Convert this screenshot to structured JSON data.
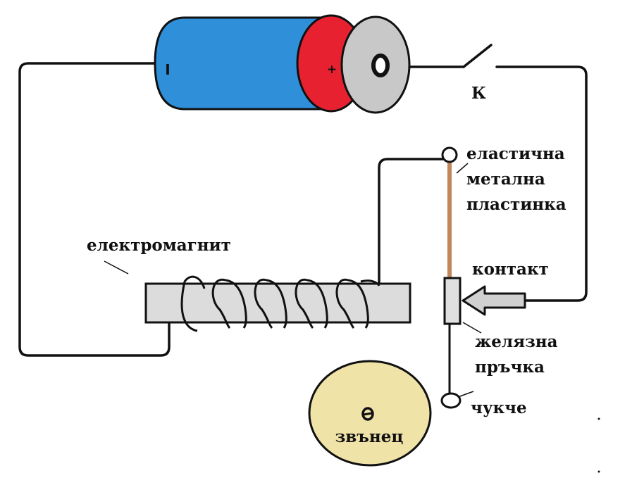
{
  "labels": {
    "switch": "К",
    "elastic_plate_1": "еластична",
    "elastic_plate_2": "метална",
    "elastic_plate_3": "пластинка",
    "electromagnet": "електромагнит",
    "contact": "контакт",
    "iron_rod_1": "желязна",
    "iron_rod_2": "пръчка",
    "hammer": "чукче",
    "bell": "звънец"
  },
  "battery": {
    "minus_sign": "I",
    "plus_sign": "+"
  },
  "colors": {
    "battery_body": "#2f8fd8",
    "battery_positive": "#e82130",
    "battery_cap": "#c8c8c8",
    "electromagnet_core": "#dcdcdc",
    "elastic_plate": "#c0875a",
    "iron_rod": "#e0e0e0",
    "bell": "#efe3a8",
    "arrow_fill": "#d0d0d0",
    "wire": "#111111"
  }
}
